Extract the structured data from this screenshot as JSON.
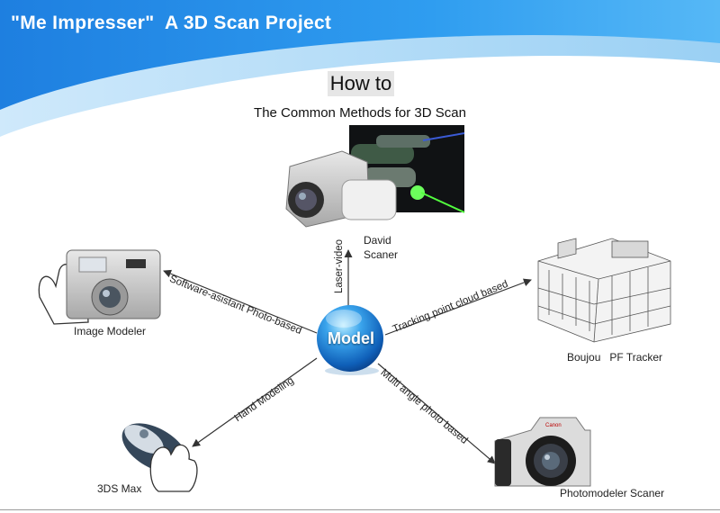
{
  "header": {
    "title": "\"Me Impresser\"  A 3D Scan Project"
  },
  "intro": {
    "how_to": "How to",
    "subtitle": "The Common Methods for 3D Scan"
  },
  "center": {
    "label": "Model"
  },
  "methods": [
    {
      "edge_label": "Laser-video",
      "tool": "David\nScaner"
    },
    {
      "edge_label": "Software-asistant  Photo-based",
      "tool": "Image Modeler"
    },
    {
      "edge_label": "Tracking point cloud based",
      "tool": "Boujou   PF Tracker"
    },
    {
      "edge_label": "Hand Modeling",
      "tool": "3DS Max"
    },
    {
      "edge_label": "Multi angle photo based",
      "tool": "Photomodeler Scaner"
    }
  ],
  "colors": {
    "header_blue": "#1e88e5",
    "header_light": "#9dd1f5",
    "ball_blue": "#1565c0",
    "arrow": "#333333"
  }
}
